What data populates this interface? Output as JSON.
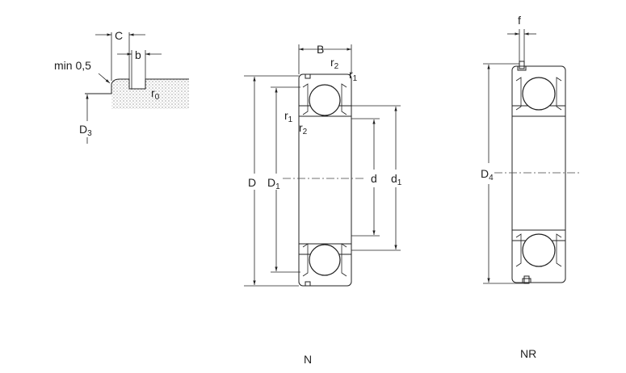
{
  "detail": {
    "C": "C",
    "b": "b",
    "min_label": "min 0,5",
    "r0_main": "r",
    "r0_sub": "0",
    "D3_main": "D",
    "D3_sub": "3"
  },
  "bearing_n": {
    "B": "B",
    "D": "D",
    "D1_main": "D",
    "D1_sub": "1",
    "d": "d",
    "d1_main": "d",
    "d1_sub": "1",
    "r1_main": "r",
    "r1_sub": "1",
    "r2_main": "r",
    "r2_sub": "2",
    "caption": "N"
  },
  "bearing_nr": {
    "f": "f",
    "D4_main": "D",
    "D4_sub": "4",
    "caption": "NR"
  }
}
